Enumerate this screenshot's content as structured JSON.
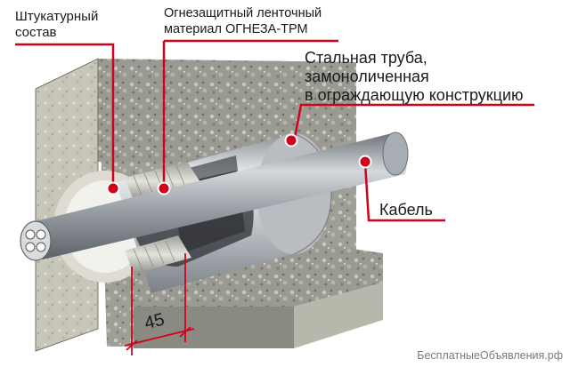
{
  "labels": {
    "plaster": [
      "Штукатурный",
      "состав"
    ],
    "fireproof": [
      "Огнезащитный ленточный",
      "материал ОГНЕЗА-ТРМ"
    ],
    "pipe": [
      "Стальная труба,",
      "замоноличенная",
      "в ограждающую конструкцию"
    ],
    "cable": "Кабель",
    "dimension": "45"
  },
  "watermark": "БесплатныеОбъявления.рф",
  "colors": {
    "leader": "#d0021b",
    "concrete_light": "#bdbdb3",
    "concrete_dark": "#6f6f6a",
    "steel": "#c9ccd0",
    "cable": "#8d9299"
  }
}
